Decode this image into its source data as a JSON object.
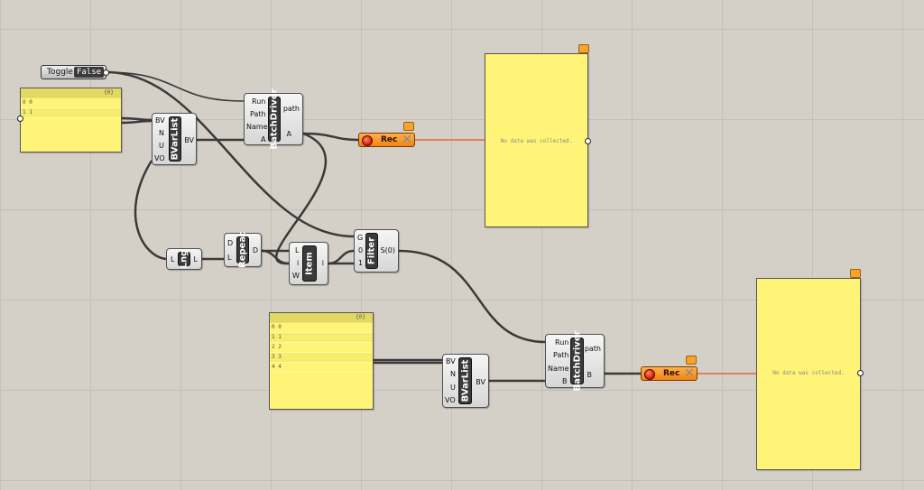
{
  "toggle": {
    "label": "Toggle",
    "value": "False"
  },
  "panel1": {
    "header": "{0}",
    "rows": [
      "0 0",
      "1 1"
    ]
  },
  "panel2": {
    "header": "{0}",
    "rows": [
      "0 0",
      "1 1",
      "2 2",
      "3 3",
      "4 4"
    ]
  },
  "bvarlist1": {
    "name": "BVarList",
    "inputs": [
      "BV",
      "N",
      "U",
      "VO"
    ],
    "output": "BV"
  },
  "bvarlist2": {
    "name": "BVarList",
    "inputs": [
      "BV",
      "N",
      "U",
      "VO"
    ],
    "output": "BV"
  },
  "batchdriver1": {
    "name": "BatchDriver",
    "inputs": [
      "Run",
      "Path",
      "Name",
      "A"
    ],
    "outputs": [
      "path",
      "A"
    ]
  },
  "batchdriver2": {
    "name": "BatchDriver",
    "inputs": [
      "Run",
      "Path",
      "Name",
      "B"
    ],
    "outputs": [
      "path",
      "B"
    ]
  },
  "recorder1": {
    "label": "Rec"
  },
  "recorder2": {
    "label": "Rec"
  },
  "output_panel1": {
    "message": "No data was collected."
  },
  "output_panel2": {
    "message": "No data was collected."
  },
  "lng": {
    "name": "Lng",
    "input": "L",
    "output": "L"
  },
  "repeat": {
    "name": "Repeat",
    "inputs": [
      "D",
      "L"
    ],
    "output": "D"
  },
  "item": {
    "name": "Item",
    "inputs": [
      "L",
      "i",
      "W"
    ],
    "output": "i"
  },
  "filter": {
    "name": "Filter",
    "inputs": [
      "G",
      "0",
      "1"
    ],
    "output": "S(0)"
  },
  "colors": {
    "canvas": "#d4d0c8",
    "panel": "#fff478",
    "recorder": "#f08418",
    "wire": "#3a3a3a",
    "record_wire": "#e8643c"
  }
}
